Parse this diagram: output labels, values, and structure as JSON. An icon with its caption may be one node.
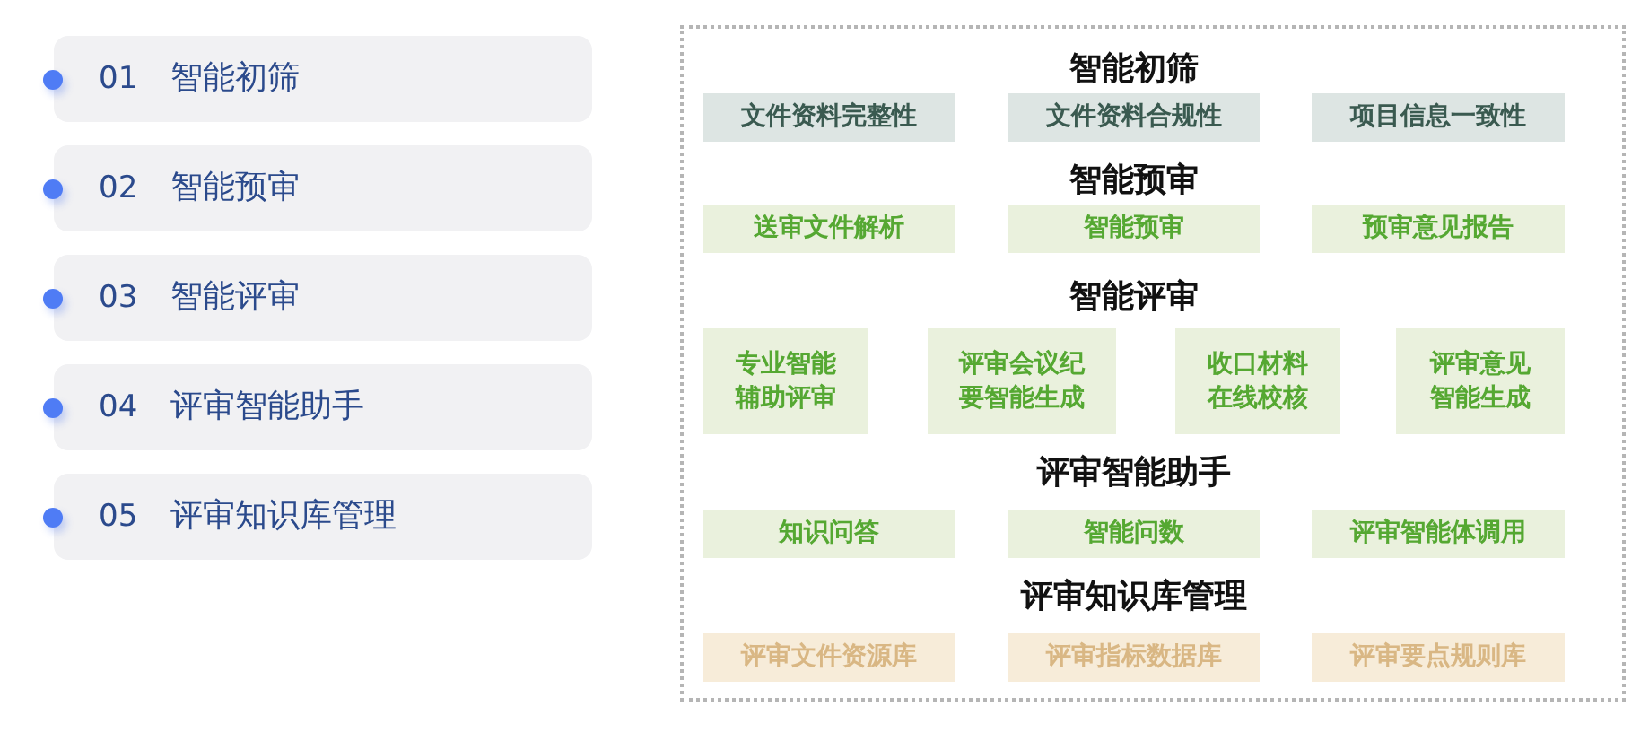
{
  "diagram": {
    "nodes": [
      {
        "text": [
          "01",
          "智能初筛"
        ]
      },
      {
        "text": [
          "02",
          "智能预审"
        ]
      },
      {
        "text": [
          "03",
          "智能评审"
        ]
      },
      {
        "text": [
          "04",
          "评审智能助手"
        ]
      },
      {
        "text": [
          "05",
          "评审知识库管理"
        ]
      },
      {
        "text": [],
        "shape": "box"
      },
      {
        "text": [
          "文件资料完整性"
        ],
        "in": 5
      },
      {
        "text": [
          "文件资料合规性"
        ],
        "in": 5
      },
      {
        "text": [
          "项目信息一致性"
        ],
        "in": 5
      },
      {
        "text": [
          "送审文件解析"
        ],
        "in": 5
      },
      {
        "text": [
          "智能预审"
        ],
        "in": 5
      },
      {
        "text": [
          "预审意见报告"
        ],
        "in": 5
      },
      {
        "text": [
          "专业智能辅助评审"
        ],
        "in": 5
      },
      {
        "text": [
          "评审会议纪要智能生成"
        ],
        "in": 5
      },
      {
        "text": [
          "收口材料在线校核"
        ],
        "in": 5
      },
      {
        "text": [
          "评审意见智能生成"
        ],
        "in": 5
      },
      {
        "text": [
          "知识问答"
        ],
        "in": 5
      },
      {
        "text": [
          "智能问数"
        ],
        "in": 5
      },
      {
        "text": [
          "评审智能体调用"
        ],
        "in": 5
      },
      {
        "text": [
          "评审文件资源库"
        ],
        "in": 5
      },
      {
        "text": [
          "评审指标数据库"
        ],
        "in": 5
      },
      {
        "text": [
          "评审要点规则库"
        ],
        "in": 5
      }
    ],
    "edges": [],
    "labels": [
      "智能初筛",
      "智能预审",
      "智能评审",
      "评审智能助手",
      "评审知识库管理"
    ]
  }
}
